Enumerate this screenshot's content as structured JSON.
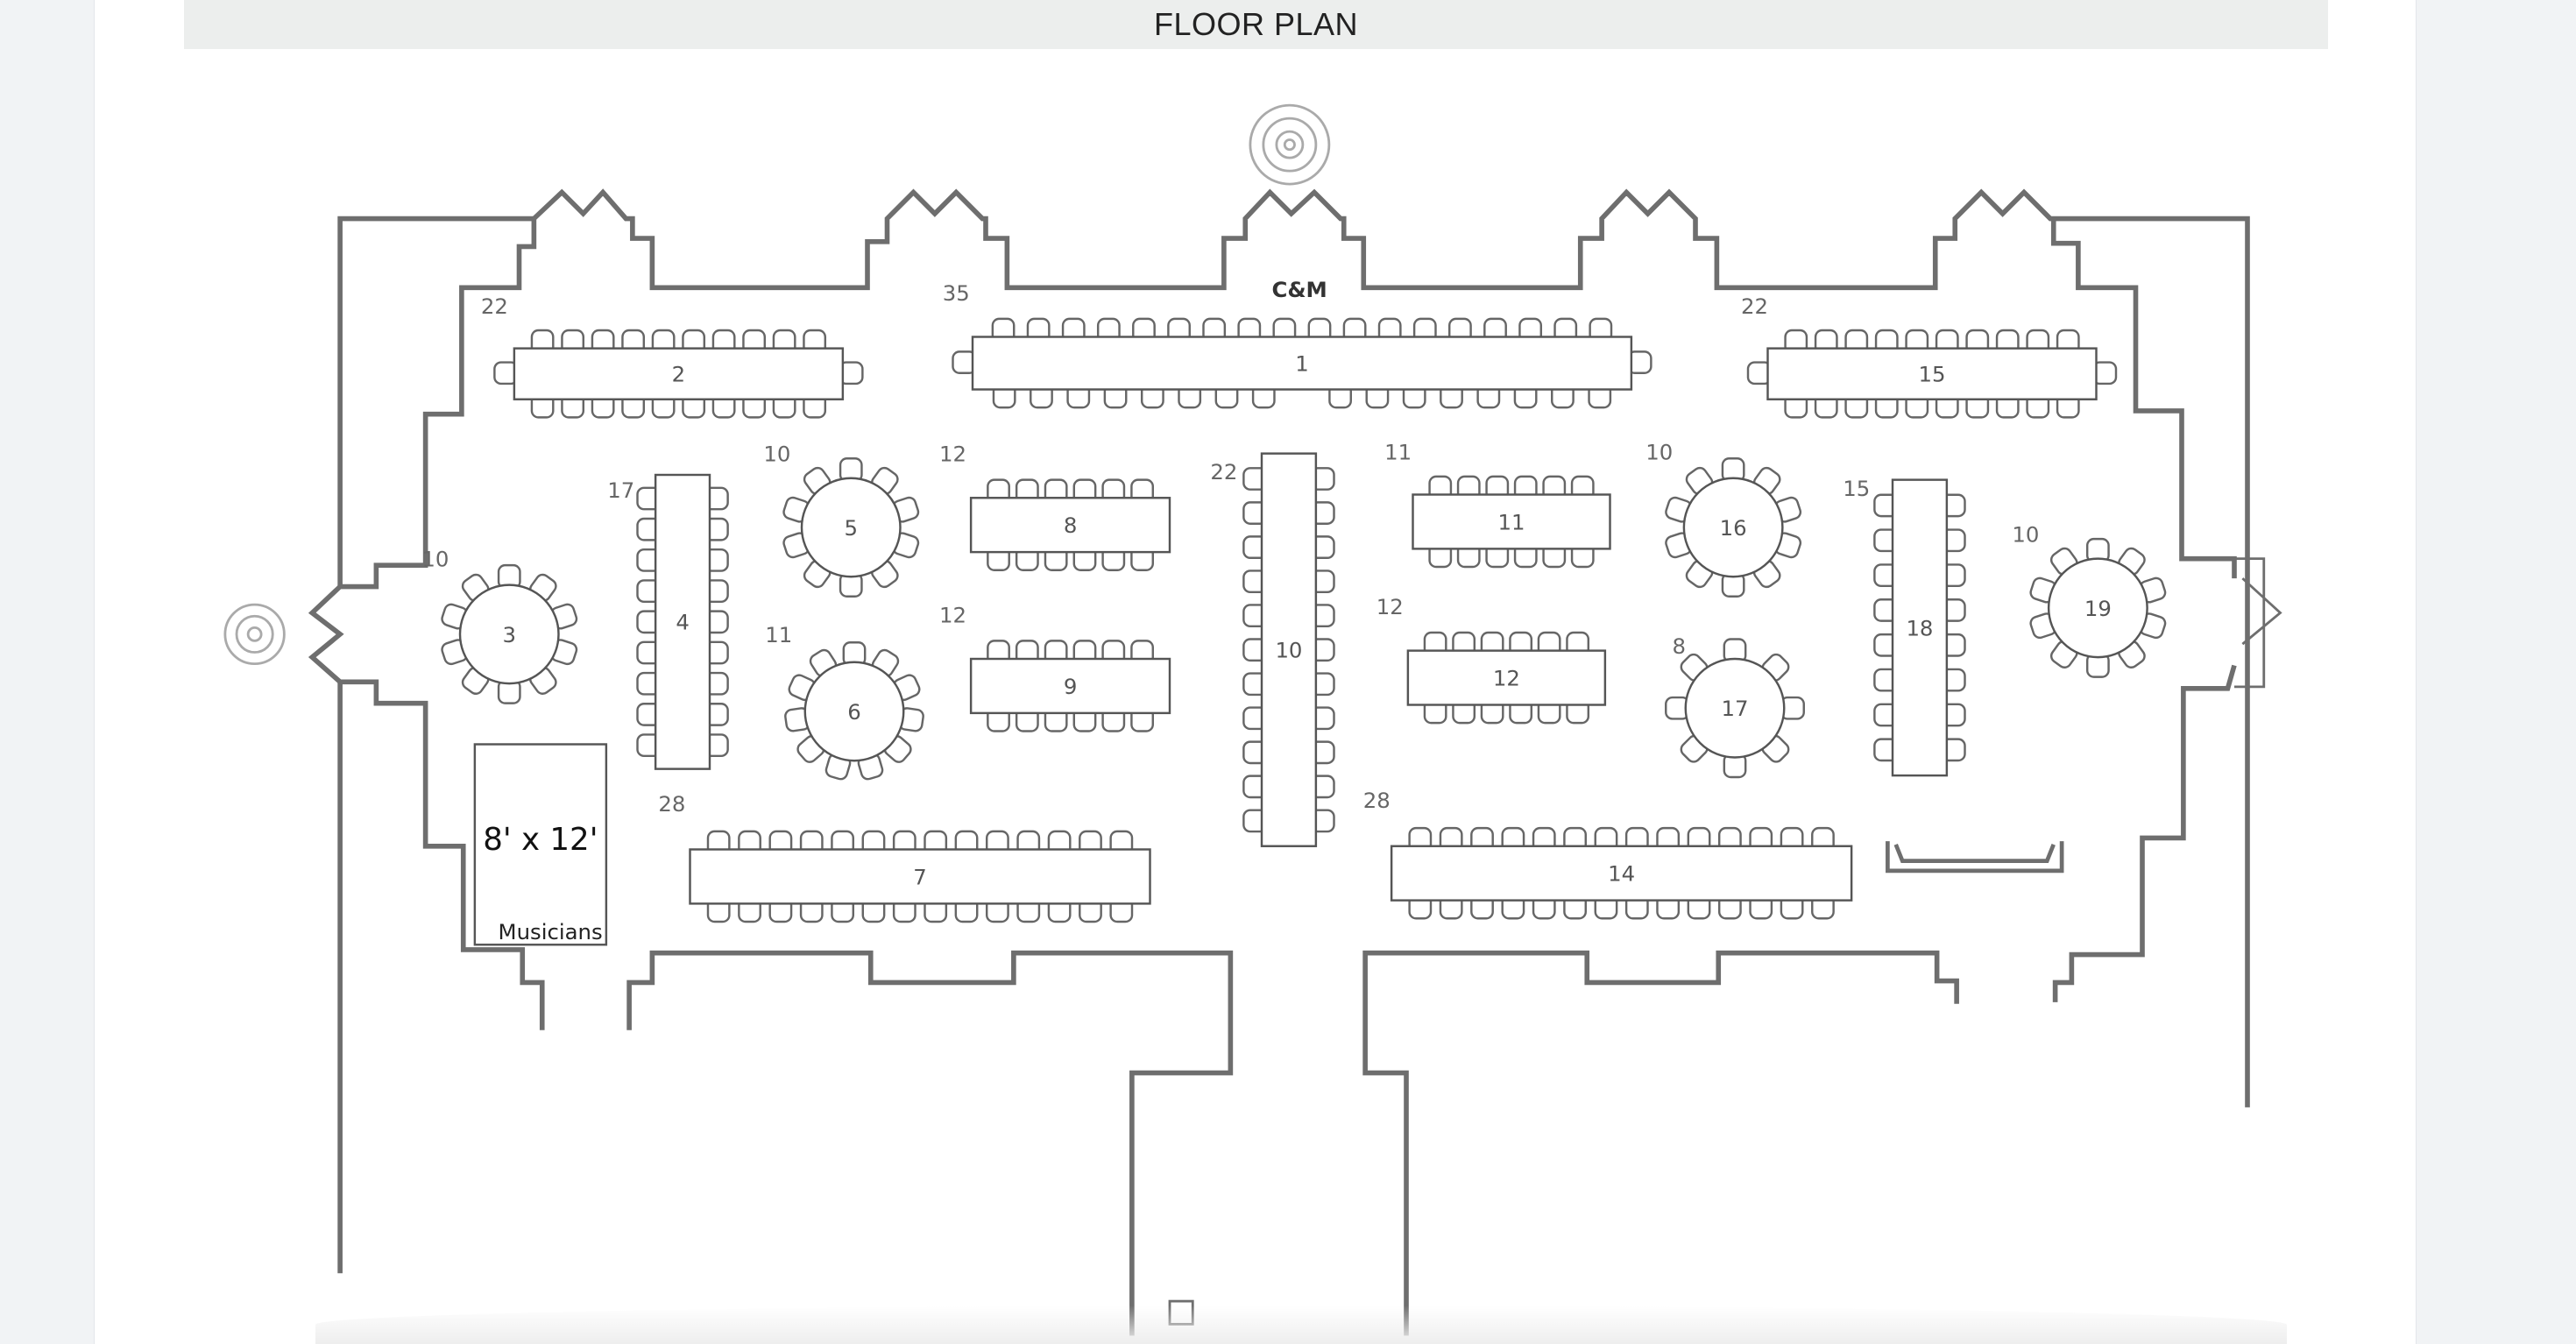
{
  "header": {
    "title": "FLOOR PLAN"
  },
  "head_table_label": "C&M",
  "stage": {
    "size": "8' x 12'",
    "label": "Musicians"
  },
  "tables": [
    {
      "number": "1",
      "seats": "35",
      "shape": "rect"
    },
    {
      "number": "2",
      "seats": "22",
      "shape": "rect"
    },
    {
      "number": "3",
      "seats": "10",
      "shape": "round"
    },
    {
      "number": "4",
      "seats": "17",
      "shape": "rect-vertical"
    },
    {
      "number": "5",
      "seats": "10",
      "shape": "round"
    },
    {
      "number": "6",
      "seats": "11",
      "shape": "round"
    },
    {
      "number": "7",
      "seats": "28",
      "shape": "rect"
    },
    {
      "number": "8",
      "seats": "12",
      "shape": "rect"
    },
    {
      "number": "9",
      "seats": "12",
      "shape": "rect"
    },
    {
      "number": "10",
      "seats": "22",
      "shape": "rect-vertical"
    },
    {
      "number": "11",
      "seats": "11",
      "shape": "rect"
    },
    {
      "number": "12",
      "seats": "12",
      "shape": "rect"
    },
    {
      "number": "14",
      "seats": "28",
      "shape": "rect"
    },
    {
      "number": "15",
      "seats": "22",
      "shape": "rect"
    },
    {
      "number": "16",
      "seats": "10",
      "shape": "round"
    },
    {
      "number": "17",
      "seats": "8",
      "shape": "round"
    },
    {
      "number": "18",
      "seats": "15",
      "shape": "rect-vertical"
    },
    {
      "number": "19",
      "seats": "10",
      "shape": "round"
    }
  ]
}
